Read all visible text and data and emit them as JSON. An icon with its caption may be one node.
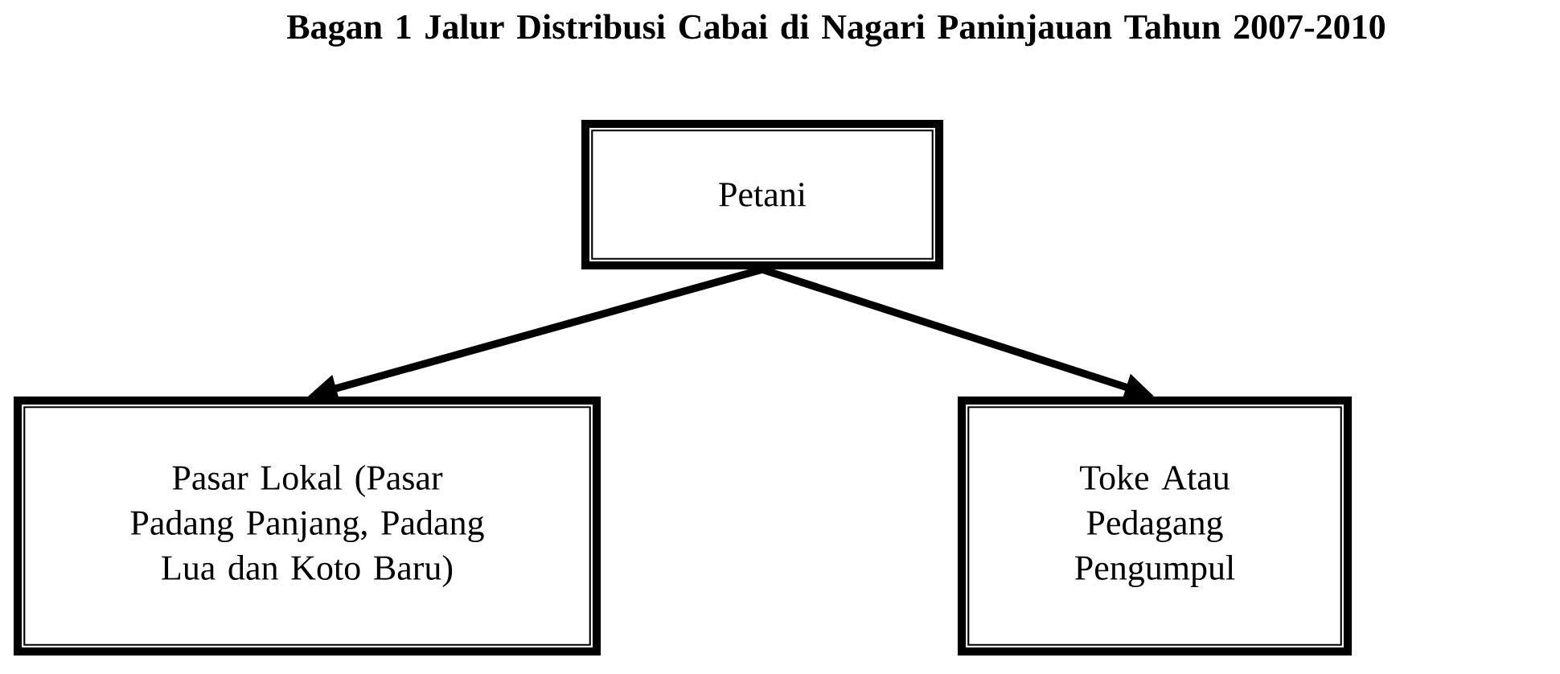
{
  "diagram": {
    "title": "Bagan 1 Jalur Distribusi Cabai di Nagari Paninjauan Tahun 2007-2010",
    "nodes": [
      {
        "text": [
          "Petani"
        ]
      },
      {
        "text": [
          "Pasar Lokal (Pasar Padang Panjang, Padang Lua dan Koto Baru)"
        ]
      },
      {
        "text": [
          "Toke Atau Pedagang Pengumpul"
        ]
      }
    ],
    "edges": [
      {
        "from": 0,
        "to": 1,
        "arrow": "to"
      },
      {
        "from": 0,
        "to": 2,
        "arrow": "to"
      }
    ]
  }
}
